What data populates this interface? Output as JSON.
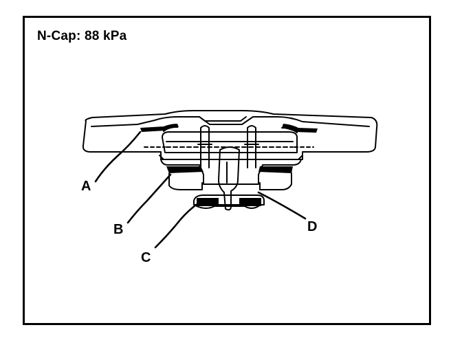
{
  "title": "N-Cap: 88 kPa",
  "callouts": {
    "a": "A",
    "b": "B",
    "c": "C",
    "d": "D"
  },
  "colors": {
    "ink": "#000000",
    "background": "#ffffff"
  }
}
